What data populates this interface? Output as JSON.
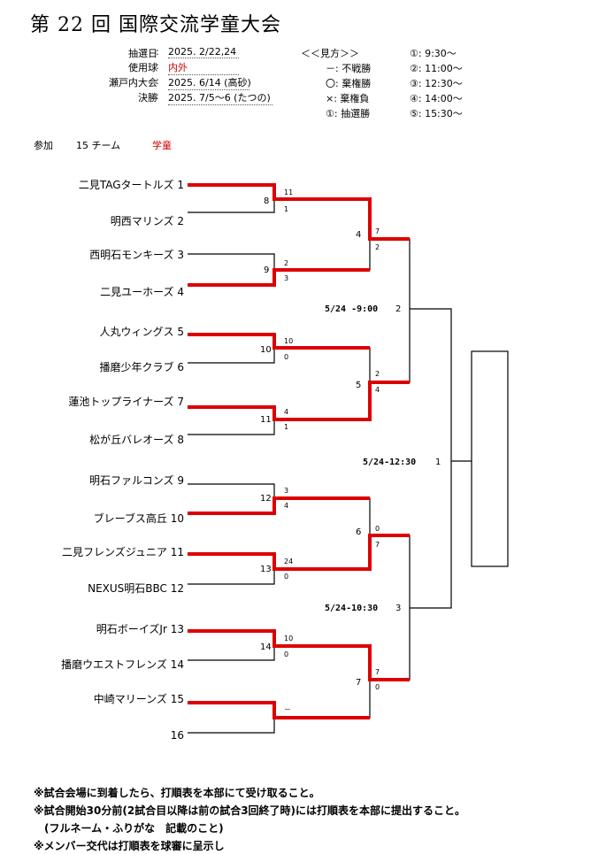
{
  "title": "第 22 回 国際交流学童大会",
  "info": [
    {
      "label": "抽選日",
      "value": "2025. 2/22,24",
      "red": false
    },
    {
      "label": "使用球",
      "value": "内外",
      "red": true
    },
    {
      "label": "瀬戸内大会",
      "value": "2025. 6/14 (高砂)",
      "red": false
    },
    {
      "label": "決勝",
      "value": "2025. 7/5〜6 (たつの)",
      "red": false
    }
  ],
  "legend": {
    "heading": "＜＜見方＞＞",
    "items": [
      "－: 不戦勝",
      "〇: 棄権勝",
      "×: 棄権負",
      "①: 抽選勝"
    ],
    "times": [
      "①:  9:30〜",
      "②: 11:00〜",
      "③: 12:30〜",
      "④: 14:00〜",
      "⑤: 15:30〜"
    ]
  },
  "participation": {
    "label": "参加",
    "count": "15 チーム",
    "category": "学童"
  },
  "teams": [
    "二見TAGタートルズ 1",
    "明西マリンズ 2",
    "西明石モンキーズ 3",
    "二見ユーホーズ 4",
    "人丸ウィングス 5",
    "播磨少年クラブ 6",
    "蓮池トップライナーズ 7",
    "松が丘バレオーズ 8",
    "明石ファルコンズ 9",
    "ブレーブス高丘 10",
    "二見フレンズジュニア 11",
    "NEXUS明石BBC 12",
    "明石ボーイズJr 13",
    "播磨ウエストフレンズ 14",
    "中崎マリーンズ 15",
    "16"
  ],
  "round1": [
    {
      "game": "8",
      "top": "11",
      "bottom": "1"
    },
    {
      "game": "9",
      "top": "2",
      "bottom": "3"
    },
    {
      "game": "10",
      "top": "10",
      "bottom": "0"
    },
    {
      "game": "11",
      "top": "4",
      "bottom": "1"
    },
    {
      "game": "12",
      "top": "3",
      "bottom": "4"
    },
    {
      "game": "13",
      "top": "24",
      "bottom": "0"
    },
    {
      "game": "14",
      "top": "10",
      "bottom": "0"
    },
    {
      "game": "",
      "top": "",
      "bottom": "－"
    }
  ],
  "round2": [
    {
      "game": "4",
      "top": "7",
      "bottom": "2"
    },
    {
      "game": "5",
      "top": "2",
      "bottom": "4"
    },
    {
      "game": "6",
      "top": "0",
      "bottom": "7"
    },
    {
      "game": "7",
      "top": "7",
      "bottom": "0"
    }
  ],
  "semis": [
    {
      "schedule": "5/24 -9:00",
      "game": "2"
    },
    {
      "schedule": "5/24-10:30",
      "game": "3"
    }
  ],
  "final": {
    "schedule": "5/24-12:30",
    "game": "1"
  },
  "notes": [
    "※試合会場に到着したら、打順表を本部にて受け取ること。",
    "※試合開始30分前(2試合目以降は前の試合3回終了時)には打順表を本部に提出すること。",
    "　(フルネーム・ふりがな　記載のこと)",
    "※メンバー交代は打順表を球審に呈示し"
  ],
  "colors": {
    "winner_line": "#dd0000",
    "line": "#000000",
    "accent_text": "#d00000"
  }
}
